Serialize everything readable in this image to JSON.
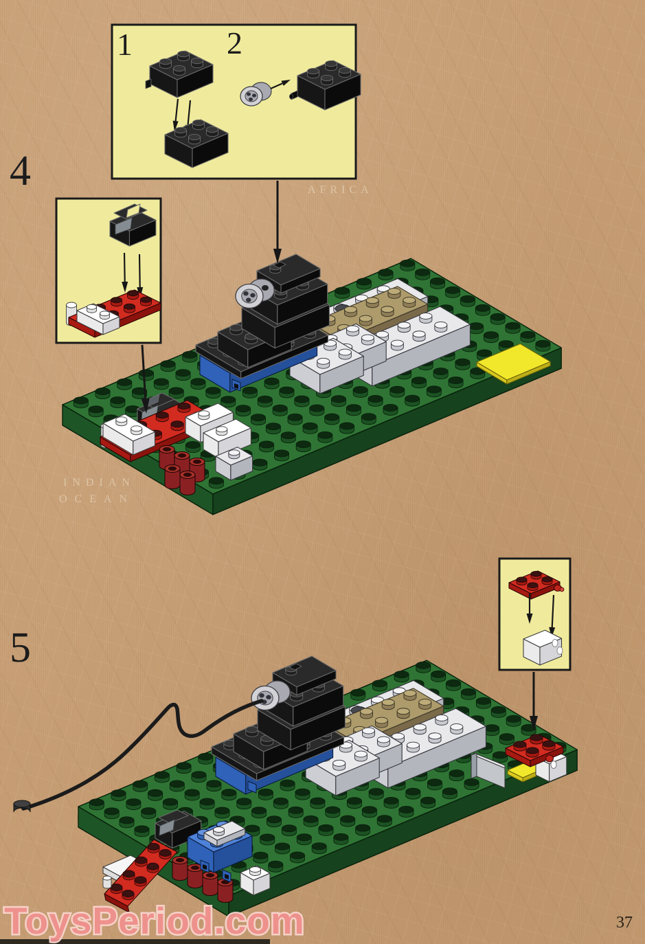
{
  "page": {
    "step4_label": "4",
    "step5_label": "5",
    "substep1_label": "1",
    "substep2_label": "2",
    "page_number": "37",
    "watermark": "ToysPeriod.com",
    "map_labels": {
      "label1": "AFRICA",
      "label2": "INDIAN",
      "label3": "OCEAN"
    }
  },
  "palette": {
    "box_bg": "#f0eb9c",
    "box_border": "#1a1a1a",
    "arrow": "#171717",
    "wire": "#1b1b1b",
    "baseplate": {
      "top": "#2f7434",
      "left": "#1e5526",
      "right": "#16421d",
      "studSide": "#1c5222",
      "studTop": "#0d2a11",
      "line": "#08200c"
    },
    "black": {
      "top": "#2a2a2a",
      "left": "#161616",
      "right": "#0b0b0b",
      "studSide": "#1f1f1f",
      "studTop": "#363636",
      "line": "#6a6a6a"
    },
    "blue": {
      "top": "#4d82d8",
      "left": "#2f62b8",
      "right": "#24509c",
      "studSide": "#2f62b8",
      "studTop": "#6694e0",
      "line": "#0c1c3c"
    },
    "lgray": {
      "top": "#e9e9ec",
      "left": "#cdced4",
      "right": "#b4b6be",
      "studSide": "#c8c9cf",
      "studTop": "#f4f4f6",
      "line": "#35363c"
    },
    "tan": {
      "top": "#ad9b6b",
      "left": "#93815a",
      "right": "#7a6a49",
      "studSide": "#8f7d56",
      "studTop": "#bcab78",
      "line": "#3a3426"
    },
    "red": {
      "top": "#d22b20",
      "left": "#a81a12",
      "right": "#8c130d",
      "studSide": "#a81a12",
      "studTop": "#3a1212",
      "line": "#2c0606"
    },
    "white": {
      "top": "#ffffff",
      "left": "#ebebeb",
      "right": "#d6d6da",
      "studSide": "#e2e2e2",
      "studTop": "#ffffff",
      "line": "#3c3c3c"
    },
    "yellow": {
      "top": "#f2e82b",
      "left": "#d9ca1f",
      "right": "#bfb019",
      "line": "#6b6208"
    },
    "dred": {
      "side": "#8a2022",
      "top": "#a83028",
      "inner": "#2e0a0a",
      "line": "#1c0404"
    },
    "wheel": {
      "outer": "#d2d2d6",
      "mid": "#a9a9b1",
      "hole": "#33343a",
      "line": "#3e3e44"
    },
    "pane": "#868d92",
    "watermark_fill": "#f29190",
    "watermark_stroke": "#fbd7d0",
    "scan_bar": "#1d1d16"
  }
}
